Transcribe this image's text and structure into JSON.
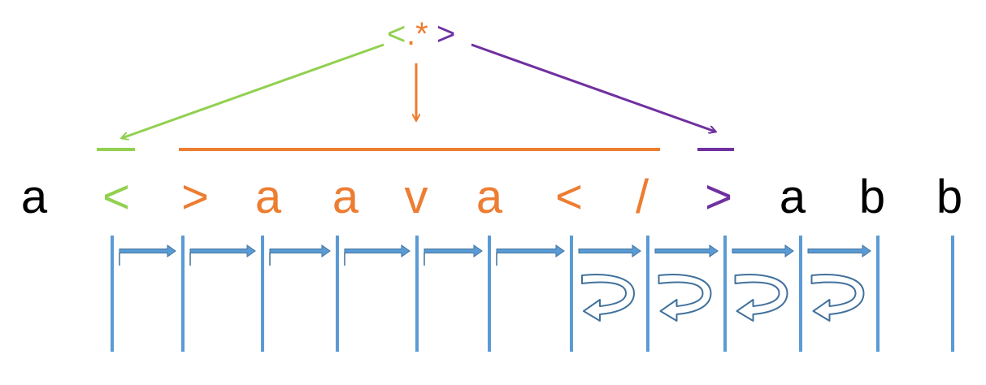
{
  "colors": {
    "green": "#92d050",
    "orange": "#ed7d31",
    "purple": "#7030a0",
    "black": "#000000",
    "blue": "#5b9bd5",
    "blue_outline": "#41719c"
  },
  "pattern": {
    "open": "<",
    "dot_star": ".*",
    "close": ">"
  },
  "input_chars": [
    {
      "char": "a",
      "role": "plain"
    },
    {
      "char": "<",
      "role": "open"
    },
    {
      "char": ">",
      "role": "body"
    },
    {
      "char": "a",
      "role": "body"
    },
    {
      "char": "a",
      "role": "body"
    },
    {
      "char": "v",
      "role": "body"
    },
    {
      "char": "a",
      "role": "body"
    },
    {
      "char": "<",
      "role": "body"
    },
    {
      "char": "/",
      "role": "body"
    },
    {
      "char": ">",
      "role": "close"
    },
    {
      "char": "a",
      "role": "plain"
    },
    {
      "char": "b",
      "role": "plain"
    },
    {
      "char": "b",
      "role": "plain"
    }
  ],
  "steps": [
    {
      "type": "forward"
    },
    {
      "type": "forward"
    },
    {
      "type": "forward"
    },
    {
      "type": "forward"
    },
    {
      "type": "forward"
    },
    {
      "type": "forward"
    },
    {
      "type": "forward-backtrack"
    },
    {
      "type": "forward-backtrack"
    },
    {
      "type": "forward-backtrack"
    },
    {
      "type": "forward-backtrack"
    }
  ]
}
